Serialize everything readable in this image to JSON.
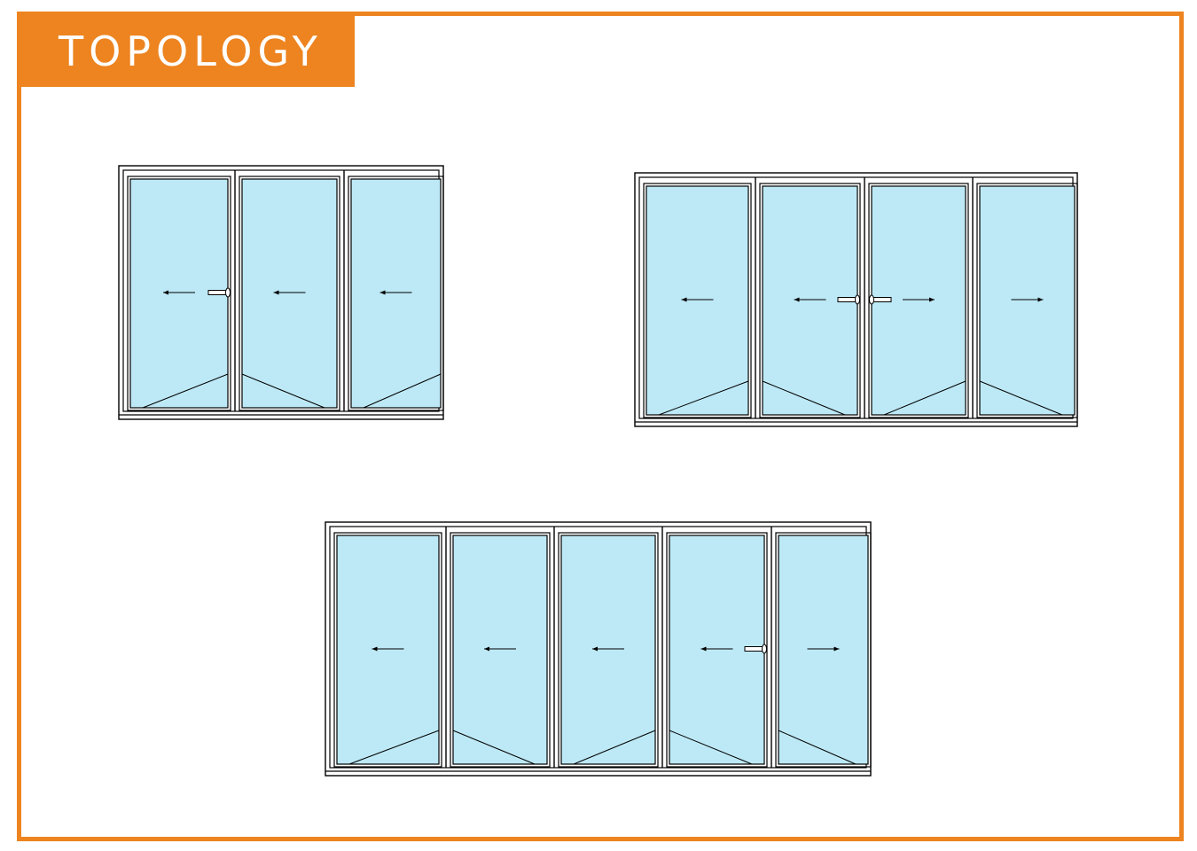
{
  "header": {
    "title": "TOPOLOGY"
  },
  "colors": {
    "accent": "#ed8420",
    "glass": "#bde9f6",
    "line": "#000000"
  },
  "diagrams": [
    {
      "id": "three-panel",
      "panels": [
        {
          "direction": "left",
          "hinge": "right",
          "handle": "right"
        },
        {
          "direction": "left",
          "hinge": "left"
        },
        {
          "direction": "left",
          "hinge": "right"
        }
      ]
    },
    {
      "id": "four-panel",
      "panels": [
        {
          "direction": "left",
          "hinge": "right"
        },
        {
          "direction": "left",
          "hinge": "left",
          "handle": "right"
        },
        {
          "direction": "right",
          "hinge": "right",
          "handle": "left"
        },
        {
          "direction": "right",
          "hinge": "left"
        }
      ]
    },
    {
      "id": "five-panel",
      "panels": [
        {
          "direction": "left",
          "hinge": "right"
        },
        {
          "direction": "left",
          "hinge": "left"
        },
        {
          "direction": "left",
          "hinge": "right"
        },
        {
          "direction": "left",
          "hinge": "left",
          "handle": "right"
        },
        {
          "direction": "right",
          "hinge": "left"
        }
      ]
    }
  ]
}
